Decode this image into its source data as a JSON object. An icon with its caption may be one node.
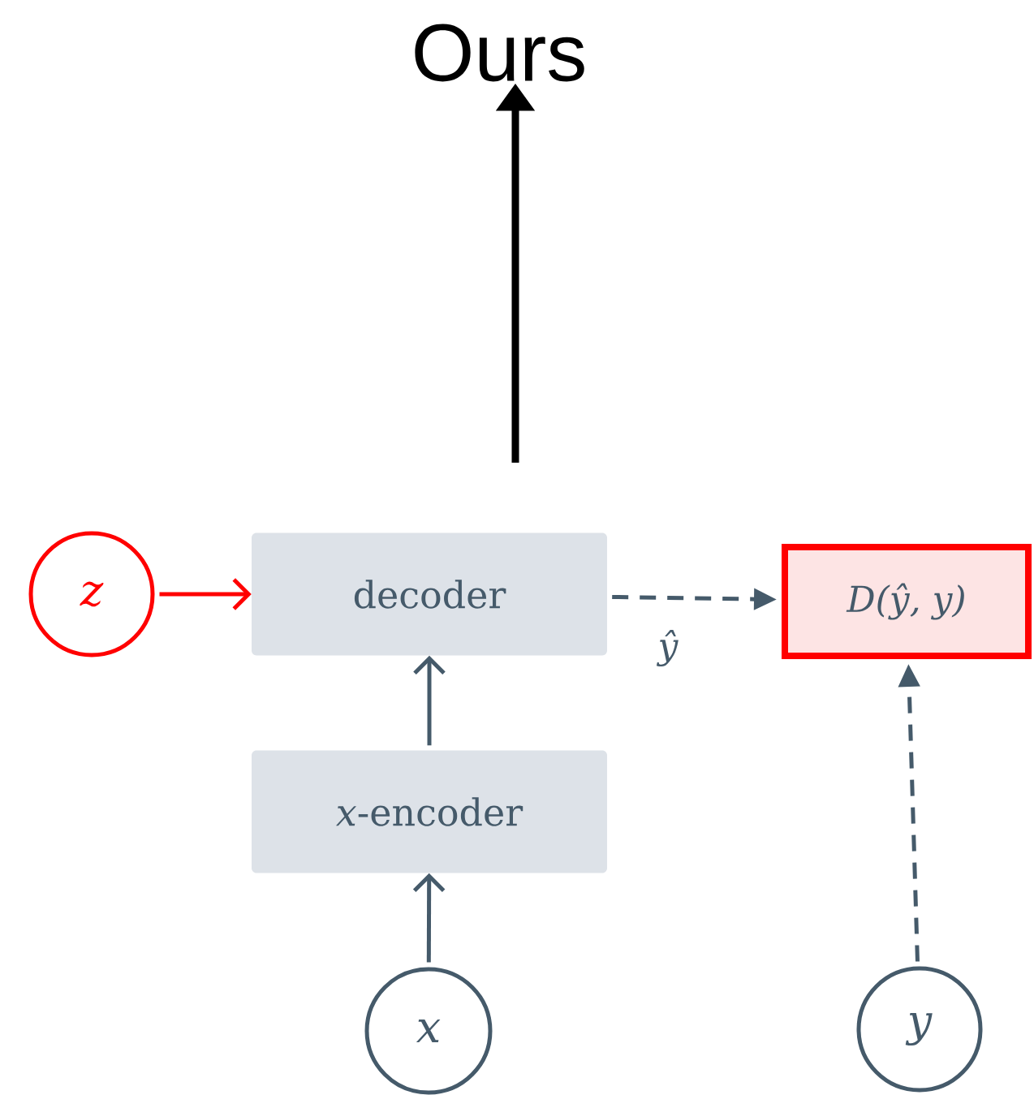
{
  "diagram": {
    "nodes": [
      {
        "text": [
          "Ours"
        ]
      },
      {
        "text": [
          "z"
        ]
      },
      {
        "text": [
          "decoder"
        ]
      },
      {
        "text": [
          "D(ŷ, y)"
        ]
      },
      {
        "text": [
          "*x*-encoder"
        ]
      },
      {
        "text": [
          "x"
        ]
      },
      {
        "text": [
          "y"
        ]
      }
    ],
    "edges": [
      {
        "from": null,
        "to": 0,
        "arrow": "to",
        "style": "thick",
        "color": "#000000"
      },
      {
        "from": 1,
        "to": 2,
        "arrow": "to",
        "color": "#ff0000"
      },
      {
        "from": 4,
        "to": 2,
        "arrow": "to"
      },
      {
        "from": 5,
        "to": 4,
        "arrow": "to"
      },
      {
        "from": 2,
        "to": 3,
        "arrow": "to",
        "style": "dashed",
        "label": "ŷ"
      },
      {
        "from": 6,
        "to": 3,
        "arrow": "to",
        "style": "dashed"
      }
    ]
  }
}
